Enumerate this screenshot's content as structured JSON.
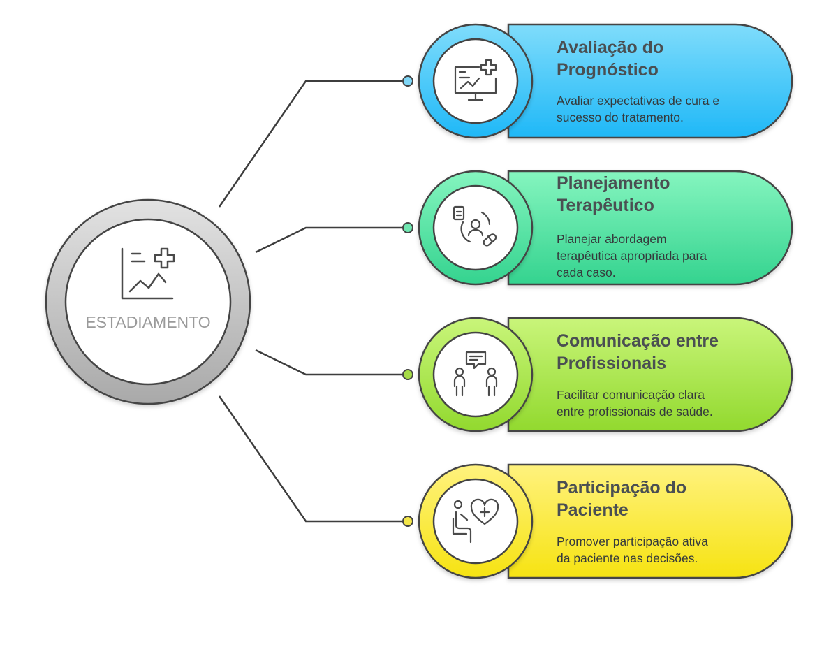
{
  "center": {
    "label": "ESTADIAMENTO",
    "icon": "chart-plus-icon"
  },
  "items": [
    {
      "title_line1": "Avaliação do",
      "title_line2": "Prognóstico",
      "desc_line1": "Avaliar expectativas de cura e",
      "desc_line2": "sucesso do tratamento.",
      "desc_line3": "",
      "icon": "monitor-chart-plus-icon",
      "color": "#29bdf6"
    },
    {
      "title_line1": "Planejamento",
      "title_line2": "Terapêutico",
      "desc_line1": "Planejar abordagem",
      "desc_line2": "terapêutica apropriada para",
      "desc_line3": "cada caso.",
      "icon": "patient-treatment-icon",
      "color": "#3ed89a"
    },
    {
      "title_line1": "Comunicação entre",
      "title_line2": "Profissionais",
      "desc_line1": "Facilitar comunicação clara",
      "desc_line2": "entre profissionais de saúde.",
      "desc_line3": "",
      "icon": "two-people-chat-icon",
      "color": "#9fe03c"
    },
    {
      "title_line1": "Participação do",
      "title_line2": "Paciente",
      "desc_line1": "Promover participação ativa",
      "desc_line2": "da paciente nas decisões.",
      "desc_line3": "",
      "icon": "seated-person-heart-icon",
      "color": "#f8e72a"
    }
  ]
}
